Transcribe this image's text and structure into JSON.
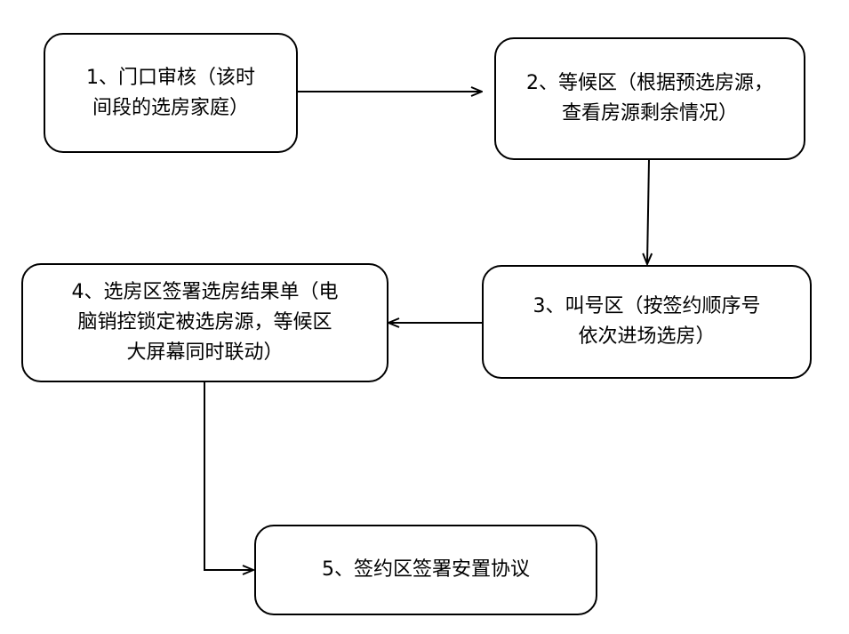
{
  "nodes": [
    {
      "id": "step1",
      "lines": [
        "1、门口审核（该时",
        "间段的选房家庭）"
      ]
    },
    {
      "id": "step2",
      "lines": [
        "2、等候区（根据预选房源，",
        "查看房源剩余情况）"
      ]
    },
    {
      "id": "step3",
      "lines": [
        "3、叫号区（按签约顺序号",
        "依次进场选房）"
      ]
    },
    {
      "id": "step4",
      "lines": [
        "4、选房区签署选房结果单（电",
        "脑销控锁定被选房源，等候区",
        "大屏幕同时联动）"
      ]
    },
    {
      "id": "step5",
      "lines": [
        "5、签约区签署安置协议"
      ]
    }
  ],
  "edges": [
    {
      "from": "step1",
      "to": "step2"
    },
    {
      "from": "step2",
      "to": "step3"
    },
    {
      "from": "step3",
      "to": "step4"
    },
    {
      "from": "step4",
      "to": "step5"
    }
  ],
  "colors": {
    "stroke": "#000000",
    "fill": "#ffffff",
    "text": "#000000"
  }
}
